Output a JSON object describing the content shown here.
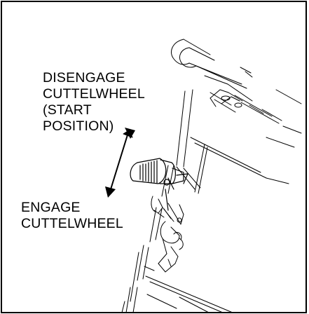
{
  "labels": {
    "disengage": {
      "lines": [
        "DISENGAGE",
        "CUTTELWHEEL",
        "(START",
        "POSITION)"
      ]
    },
    "engage": {
      "lines": [
        "ENGAGE",
        "CUTTELWHEEL"
      ]
    }
  }
}
